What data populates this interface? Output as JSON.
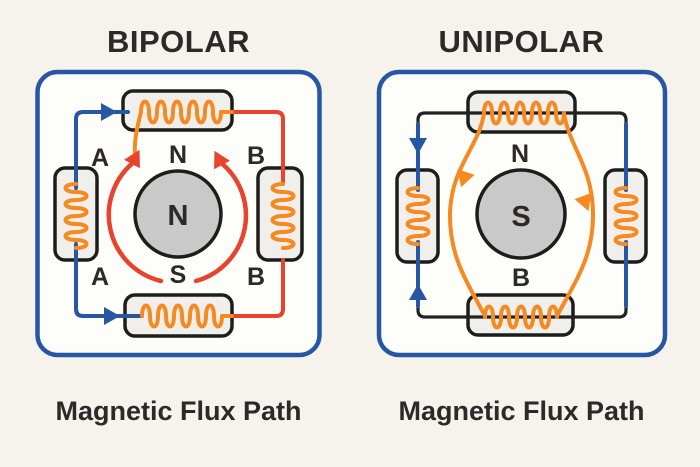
{
  "bipolar": {
    "title": "BIPOLAR",
    "caption": "Magnetic Flux Path",
    "pole_top_label": "N",
    "pole_bottom_label": "S",
    "rotor_label": "N",
    "phase_a_top_label": "A",
    "phase_a_bottom_label": "A",
    "phase_b_top_label": "B",
    "phase_b_bottom_label": "B"
  },
  "unipolar": {
    "title": "UNIPOLAR",
    "caption": "Magnetic Flux Path",
    "pole_top_label": "N",
    "pole_bottom_label": "B",
    "rotor_label": "S"
  },
  "colors": {
    "background": "#F6F3ED",
    "panel": "#FDFDFA",
    "frame_blue": "#2757A4",
    "wire_blue": "#2757A4",
    "wire_red": "#E8432C",
    "coil_orange": "#F6891F",
    "wire_black": "#222222",
    "rotor_gray": "#C9C9C9",
    "outline_black": "#1D1D1B",
    "text": "#2B2A28"
  }
}
